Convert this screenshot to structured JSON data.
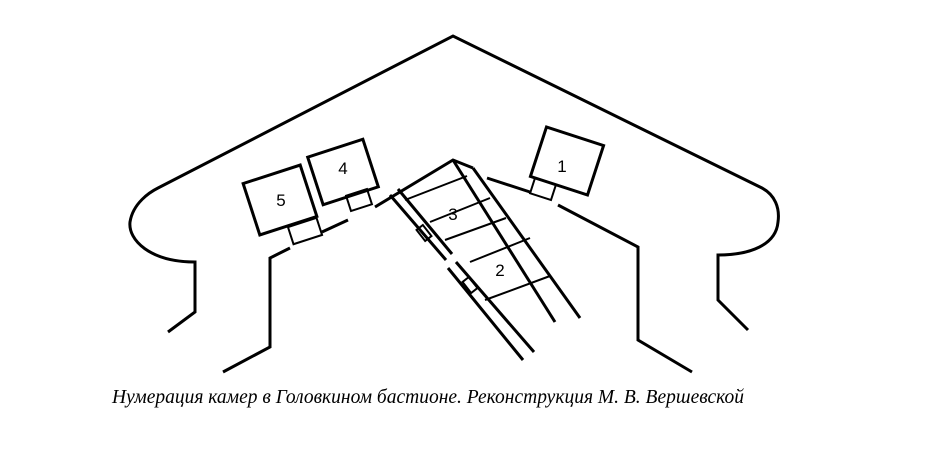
{
  "figure": {
    "cells": [
      {
        "id": "cell-1",
        "number": "1"
      },
      {
        "id": "cell-2",
        "number": "2"
      },
      {
        "id": "cell-3",
        "number": "3"
      },
      {
        "id": "cell-4",
        "number": "4"
      },
      {
        "id": "cell-5",
        "number": "5"
      }
    ]
  },
  "caption": {
    "text": "Нумерация камер в Головкином бастионе. Реконструкция М. В. Вершевской"
  }
}
